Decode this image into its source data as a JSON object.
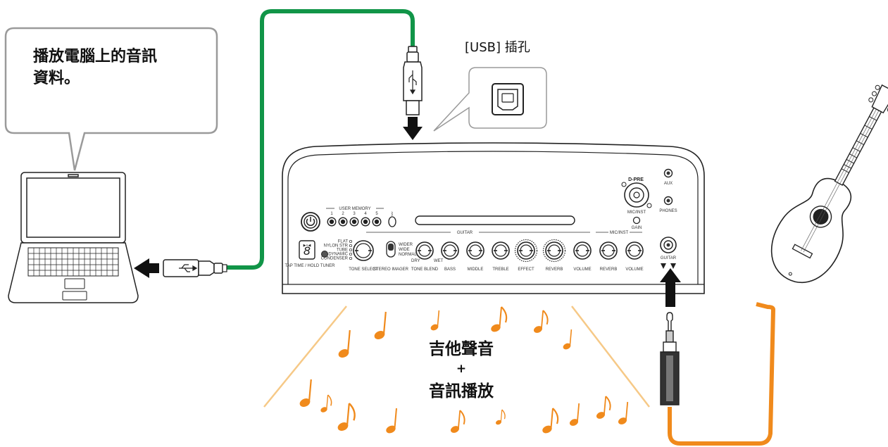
{
  "labels": {
    "callout": [
      "播放電腦上的音訊",
      "資料。"
    ],
    "usb_port": "[USB]  插孔",
    "center_line1": "吉他聲音",
    "center_plus": "+",
    "center_line2": "音訊播放"
  },
  "amp_panel": {
    "user_memory": "USER MEMORY",
    "memory_numbers": [
      "1",
      "2",
      "3",
      "4",
      "5"
    ],
    "guitar_section": "GUITAR",
    "mic_section": "MIC/INST",
    "tone_select": "TONE SELECT",
    "tone_modes": [
      "FLAT",
      "NYLON STR",
      "TUBE",
      "DYNAMIC",
      "CONDENSER"
    ],
    "tap_label": "TAP TIME / HOLD TUNER",
    "stereo_imager": "STEREO IMAGER",
    "imager_modes": [
      "WIDER",
      "WIDE",
      "NORMAL"
    ],
    "tone_blend": "TONE BLEND",
    "blend_ends": [
      "DRY",
      "WET"
    ],
    "guitar_knobs": [
      "BASS",
      "MIDDLE",
      "TREBLE",
      "EFFECT",
      "REVERB",
      "VOLUME"
    ],
    "mic_knobs": [
      "REVERB",
      "VOLUME"
    ],
    "display_digit": "8",
    "dpre_logo": "D-PRE",
    "mic_jack_label": "MIC/INST",
    "gain_label": "GAIN",
    "aux_label": "AUX",
    "phones_label": "PHONES",
    "guitar_jack_label": "GUITAR"
  },
  "colors": {
    "usb_cable": "#119548",
    "guitar_cable": "#f08a1c",
    "notes": "#f08a1c",
    "beam_lines": "#f6c987",
    "arrow": "#111111",
    "callout_border": "#9a9a9a"
  }
}
